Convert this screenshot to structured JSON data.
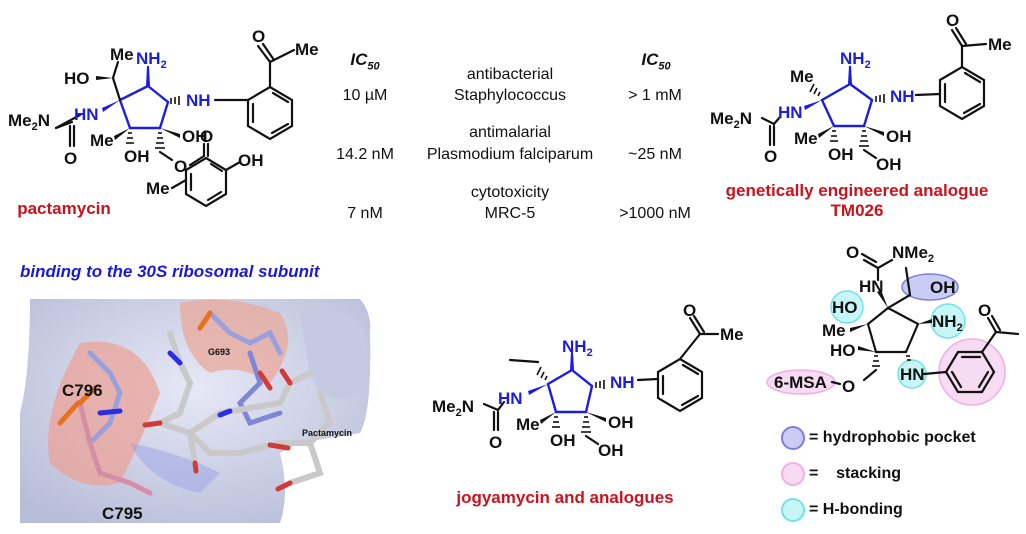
{
  "compounds": {
    "pactamycin": {
      "name": "pactamycin",
      "labels": {
        "me_top": "Me",
        "nh2": "NH",
        "ho": "HO",
        "hn": "HN",
        "me2n": "Me",
        "nh_aryl": "NH",
        "me_ring": "Me",
        "oh_ring": "OH",
        "oh_bottom": "OH",
        "o_urea": "O",
        "o_ester": "O",
        "o_carbonyl": "O",
        "oh_phenol": "OH",
        "me_aryl": "Me",
        "o_acetyl": "O",
        "me_acetyl": "Me"
      }
    },
    "tm026": {
      "name": "genetically engineered analogue",
      "code": "TM026",
      "labels": {
        "me_top": "Me",
        "nh2": "NH",
        "hn": "HN",
        "me2n": "Me",
        "nh_aryl": "NH",
        "me_ring": "Me",
        "oh_ring": "OH",
        "oh_bottom": "OH",
        "oh_ch2": "OH",
        "o_urea": "O",
        "o_acetyl": "O",
        "me_acetyl": "Me"
      }
    },
    "jogyamycin": {
      "name": "jogyamycin and analogues",
      "labels": {
        "nh2": "NH",
        "hn": "HN",
        "me2n": "Me",
        "nh_aryl": "NH",
        "me_ring": "Me",
        "oh_ring": "OH",
        "oh_bottom": "OH",
        "oh_ch2": "OH",
        "o_urea": "O",
        "o_acetyl": "O",
        "me_acetyl": "Me"
      }
    },
    "binding_model": {
      "labels": {
        "o_urea": "O",
        "nme2": "NMe",
        "hn": "HN",
        "oh_top": "OH",
        "ho_left": "HO",
        "nh2": "NH",
        "me": "Me",
        "ho_lower": "HO",
        "msa": "6-MSA",
        "o_link": "O",
        "hn_aryl": "HN",
        "o_acetyl": "O"
      }
    }
  },
  "activity_table": {
    "header_left": "IC",
    "header_right": "IC",
    "header_sub": "50",
    "rows": [
      {
        "category": "antibacterial",
        "organism": "Staphylococcus",
        "pactamycin_ic50": "10 µM",
        "analogue_ic50": "> 1 mM"
      },
      {
        "category": "antimalarial",
        "organism": "Plasmodium falciparum",
        "pactamycin_ic50": "14.2 nM",
        "analogue_ic50": "~25 nM"
      },
      {
        "category": "cytotoxicity",
        "organism": "MRC-5",
        "pactamycin_ic50": "7 nM",
        "analogue_ic50": ">1000 nM"
      }
    ]
  },
  "binding": {
    "title": "binding to the 30S ribosomal subunit",
    "residues": [
      "C796",
      "G693",
      "C795"
    ],
    "ligand_label": "Pactamycin"
  },
  "legend": {
    "items": [
      {
        "label": "= hydrophobic pocket",
        "fill": "#c9cdf3",
        "stroke": "#7a7fe0"
      },
      {
        "label": "=    stacking",
        "fill": "#f7dbf2",
        "stroke": "#f0b0e6"
      },
      {
        "label": "= H-bonding",
        "fill": "#c8f6f6",
        "stroke": "#6fe3e6"
      }
    ]
  },
  "colors": {
    "accent_red": "#c8141e",
    "accent_blue": "#1d1de0",
    "hydrophobic": "#c9cdf3",
    "stacking": "#f7dbf2",
    "hbond": "#c8f6f6"
  }
}
